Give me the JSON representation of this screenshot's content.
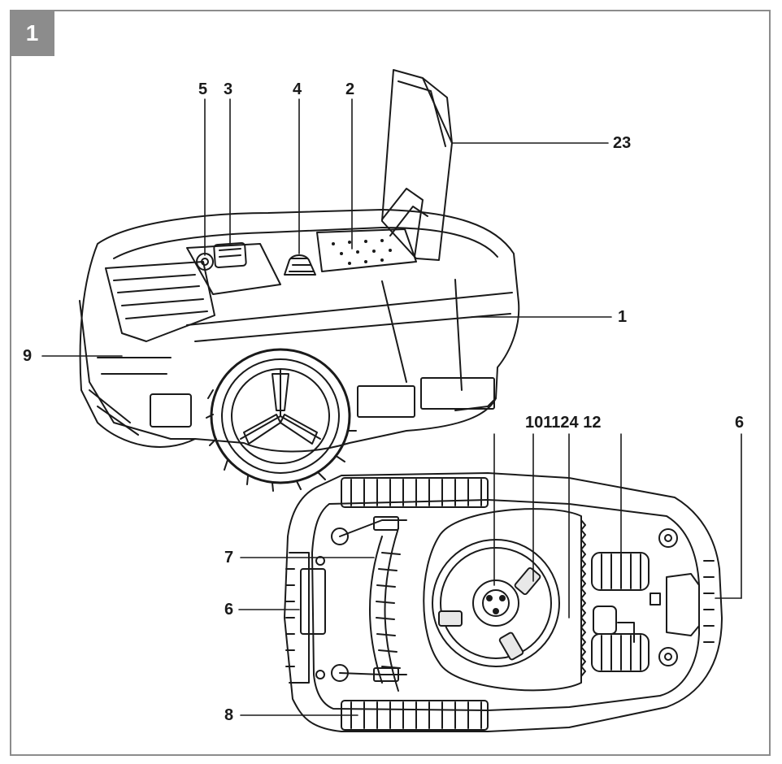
{
  "figure": {
    "number": "1"
  },
  "callouts": {
    "c1": "1",
    "c2": "2",
    "c3": "3",
    "c4": "4",
    "c5": "5",
    "c6_right": "6",
    "c6_left": "6",
    "c7": "7",
    "c8": "8",
    "c9": "9",
    "c23": "23",
    "c_bottom_group": "101124 12"
  }
}
